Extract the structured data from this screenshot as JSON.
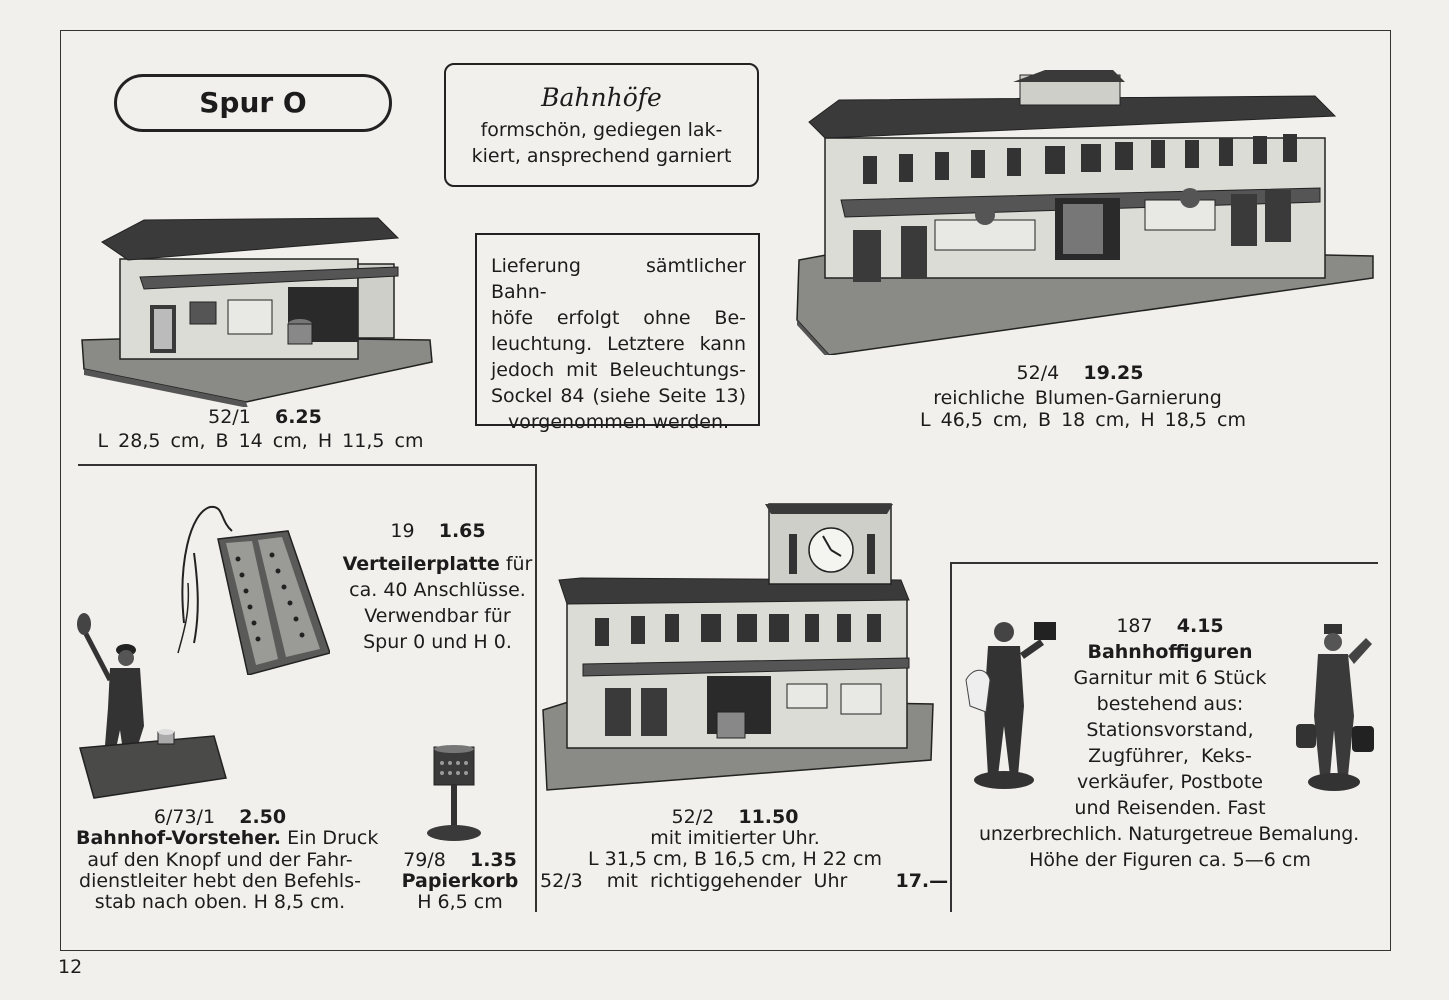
{
  "header": {
    "spur_label": "Spur O",
    "bahnhoefe_title": "Bahnhöfe",
    "bahnhoefe_line1": "formschön, gediegen lak-",
    "bahnhoefe_line2": "kiert, ansprechend garniert"
  },
  "note": {
    "lines": [
      "Lieferung sämtlicher Bahn-",
      "höfe erfolgt ohne Be-",
      "leuchtung. Letztere kann",
      "jedoch mit Beleuchtungs-",
      "Sockel 84 (siehe Seite 13)",
      "vorgenommen werden."
    ]
  },
  "items": {
    "s52_1": {
      "number": "52/1",
      "price": "6.25",
      "dims": "L 28,5 cm, B 14 cm, H 11,5 cm"
    },
    "s52_4": {
      "number": "52/4",
      "price": "19.25",
      "line1": "reichliche Blumen-Garnierung",
      "dims": "L 46,5 cm, B 18 cm, H 18,5 cm"
    },
    "s19": {
      "number": "19",
      "price": "1.65",
      "name": "Verteilerplatte",
      "name_suffix": " für",
      "lines": [
        "ca. 40 Anschlüsse.",
        "Verwendbar für",
        "Spur 0 und H 0."
      ]
    },
    "s6_73_1": {
      "number": "6/73/1",
      "price": "2.50",
      "name": "Bahnhof-Vorsteher.",
      "name_suffix": " Ein Druck",
      "lines": [
        "auf den Knopf und der Fahr-",
        "dienstleiter hebt den Befehls-",
        "stab nach oben. H 8,5 cm."
      ]
    },
    "s79_8": {
      "number": "79/8",
      "price": "1.35",
      "name": "Papierkorb",
      "dims": "H 6,5 cm"
    },
    "s52_2": {
      "number": "52/2",
      "price": "11.50",
      "line1": "mit imitierter Uhr.",
      "dims": "L 31,5 cm, B 16,5 cm, H 22 cm",
      "variant_number": "52/3",
      "variant_text": "mit richtiggehender Uhr",
      "variant_price": "17.—"
    },
    "s187": {
      "number": "187",
      "price": "4.15",
      "name": "Bahnhoffiguren",
      "lines": [
        "Garnitur mit 6 Stück",
        "bestehend aus:",
        "Stationsvorstand,",
        "Zugführer, Keks-",
        "verkäufer, Postbote",
        "und Reisenden. Fast",
        "unzerbrechlich. Naturgetreue Bemalung.",
        "Höhe der Figuren ca. 5—6 cm"
      ]
    }
  },
  "page_number": "12",
  "colors": {
    "paper": "#f1f0ec",
    "ink": "#1c1c1c",
    "roof": "#3a3a3a",
    "wall": "#dcdcd6",
    "base": "#8a8a86"
  }
}
